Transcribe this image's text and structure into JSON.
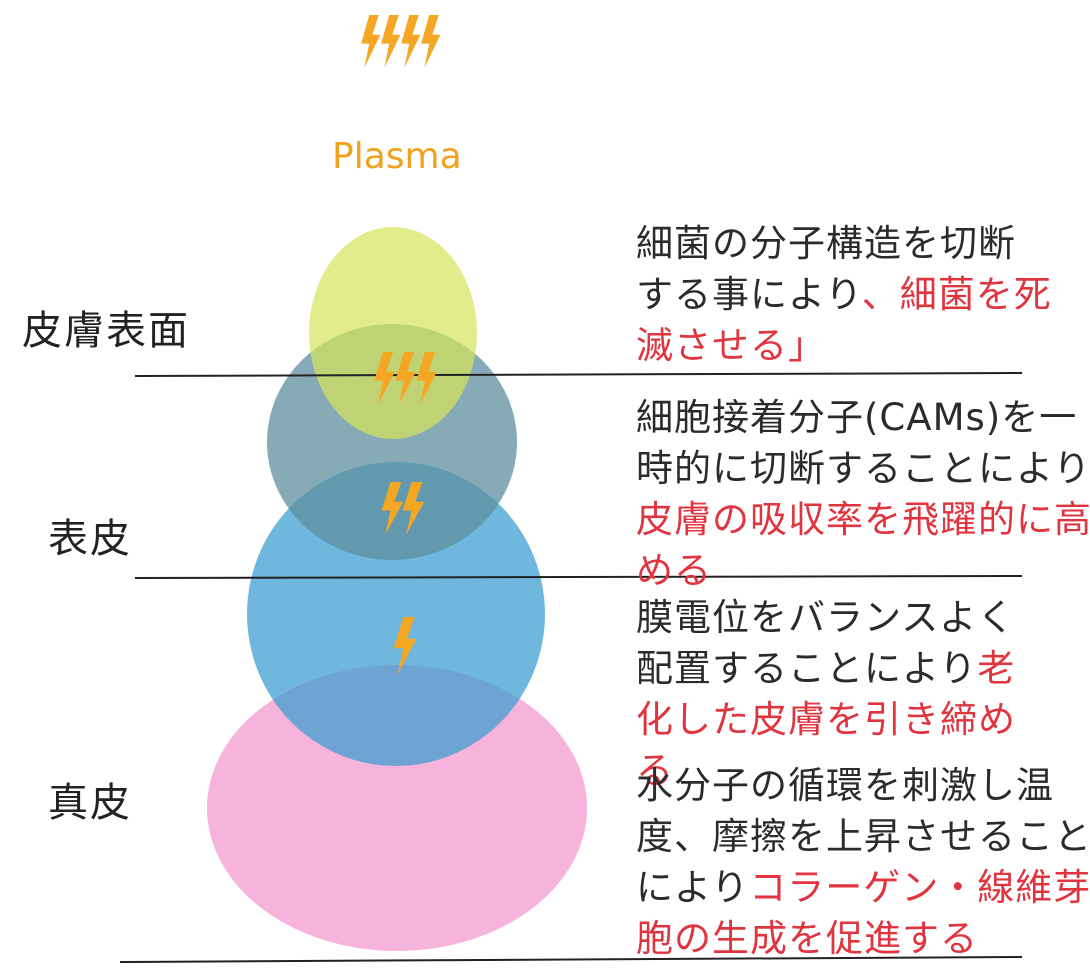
{
  "plasma": {
    "label": "Plasma",
    "color": "#f5a623"
  },
  "layers": [
    {
      "label": "皮膚表面"
    },
    {
      "label": "表皮"
    },
    {
      "label": "真皮"
    }
  ],
  "circle_colors": {
    "surface": "#e3ec7a",
    "epidermis": "#6f9aa6",
    "dermis_upper": "#3f9fd2",
    "dermis_lower": "#f4a6d6"
  },
  "descriptions": [
    {
      "lines": [
        [
          {
            "text": "細菌の分子構造を切断",
            "highlight": false
          }
        ],
        [
          {
            "text": "する事により",
            "highlight": false
          },
          {
            "text": "、細菌を死",
            "highlight": true
          }
        ],
        [
          {
            "text": "滅させる」",
            "highlight": true
          }
        ]
      ]
    },
    {
      "lines": [
        [
          {
            "text": "細胞接着分子(CAMs)を一",
            "highlight": false
          }
        ],
        [
          {
            "text": "時的に切断することにより、",
            "highlight": false
          }
        ],
        [
          {
            "text": "皮膚の吸収率を飛躍的に高",
            "highlight": true
          }
        ],
        [
          {
            "text": "める",
            "highlight": true
          }
        ]
      ]
    },
    {
      "lines": [
        [
          {
            "text": "膜電位をバランスよく",
            "highlight": false
          }
        ],
        [
          {
            "text": "配置することにより",
            "highlight": false
          },
          {
            "text": "老",
            "highlight": true
          }
        ],
        [
          {
            "text": "化した皮膚を引き締め",
            "highlight": true
          }
        ],
        [
          {
            "text": "る",
            "highlight": true
          }
        ]
      ]
    },
    {
      "lines": [
        [
          {
            "text": "水分子の循環を刺激し温",
            "highlight": false
          }
        ],
        [
          {
            "text": "度、摩擦を上昇させること",
            "highlight": false
          }
        ],
        [
          {
            "text": "により",
            "highlight": false
          },
          {
            "text": "コラーゲン・線維芽細",
            "highlight": true
          }
        ],
        [
          {
            "text": "胞の生成を促進する",
            "highlight": true
          }
        ]
      ]
    }
  ]
}
